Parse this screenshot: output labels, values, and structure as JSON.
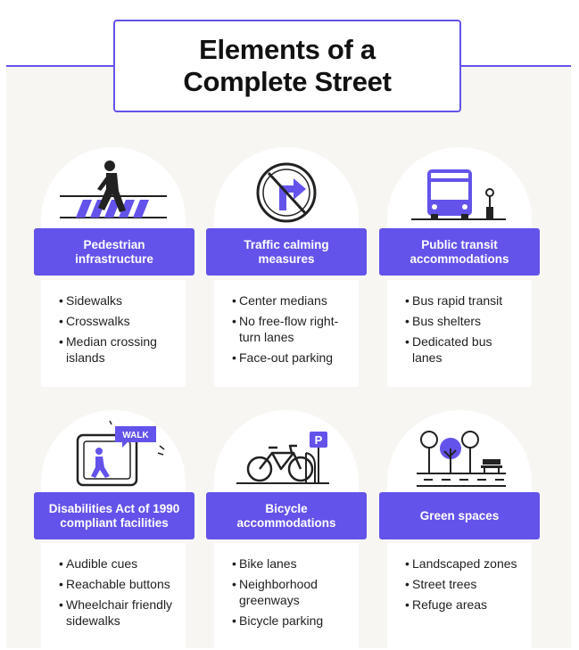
{
  "title": {
    "line1": "Elements of a",
    "line2": "Complete Street"
  },
  "colors": {
    "accent": "#6353ea",
    "panel": "#f7f6f2",
    "card": "#ffffff"
  },
  "categories": [
    {
      "icon": "pedestrian-icon",
      "label": [
        "Pedestrian",
        "infrastructure"
      ],
      "items": [
        "Sidewalks",
        "Crosswalks",
        "Median crossing islands"
      ]
    },
    {
      "icon": "no-right-turn-icon",
      "label": [
        "Traffic calming",
        "measures"
      ],
      "items": [
        "Center medians",
        "No free-flow right-turn lanes",
        "Face-out parking"
      ]
    },
    {
      "icon": "bus-stop-icon",
      "label": [
        "Public transit",
        "accommodations"
      ],
      "items": [
        "Bus rapid transit",
        "Bus shelters",
        "Dedicated bus lanes"
      ]
    },
    {
      "icon": "walk-signal-icon",
      "icon_text": "WALK",
      "label": [
        "Disabilities Act of 1990",
        "compliant facilities"
      ],
      "items": [
        "Audible cues",
        "Reachable buttons",
        "Wheelchair friendly sidewalks"
      ]
    },
    {
      "icon": "bicycle-parking-icon",
      "icon_text": "P",
      "label": [
        "Bicycle",
        "accommodations"
      ],
      "items": [
        "Bike lanes",
        "Neighborhood greenways",
        "Bicycle parking"
      ]
    },
    {
      "icon": "park-trees-bench-icon",
      "label": [
        "Green spaces"
      ],
      "items": [
        "Landscaped zones",
        "Street trees",
        "Refuge areas"
      ]
    }
  ]
}
